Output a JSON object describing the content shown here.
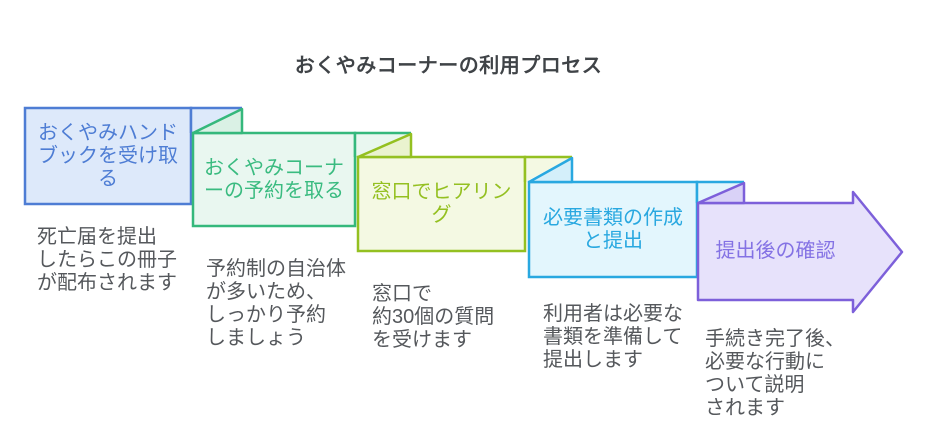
{
  "title": "おくやみコーナーの利用プロセス",
  "steps": [
    {
      "label": "おくやみハンド\nブックを受け取\nる",
      "description": "死亡届を提出\nしたらこの冊子\nが配布されます",
      "fill": "#dde9fa",
      "stroke": "#4e7dd4",
      "text_color": "#4e7dd4"
    },
    {
      "label": "おくやみコーナ\nーの予約を取る",
      "description": "予約制の自治体\nが多いため、\nしっかり予約\nしましょう",
      "fill": "#e9f7f0",
      "fold_fill": "#daf1e5",
      "stroke": "#35b87c",
      "text_color": "#3abb80"
    },
    {
      "label": "窓口でヒアリン\nグ",
      "description": "窓口で\n約30個の質問\nを受けます",
      "fill": "#f4f9e3",
      "fold_fill": "#eaf3cf",
      "stroke": "#94c021",
      "text_color": "#94c021"
    },
    {
      "label": "必要書類の作成\nと提出",
      "description": "利用者は必要な\n書類を準備して\n提出します",
      "fill": "#e3f6fd",
      "fold_fill": "#d4effa",
      "stroke": "#29a8e0",
      "text_color": "#29a8e0"
    },
    {
      "label": "提出後の確認",
      "description": "手続き完了後、\n必要な行動に\nついて説明\nされます",
      "fill": "#e7e2fb",
      "fold_fill": "#d9d2f7",
      "stroke": "#7d60da",
      "text_color": "#8472e4"
    }
  ]
}
